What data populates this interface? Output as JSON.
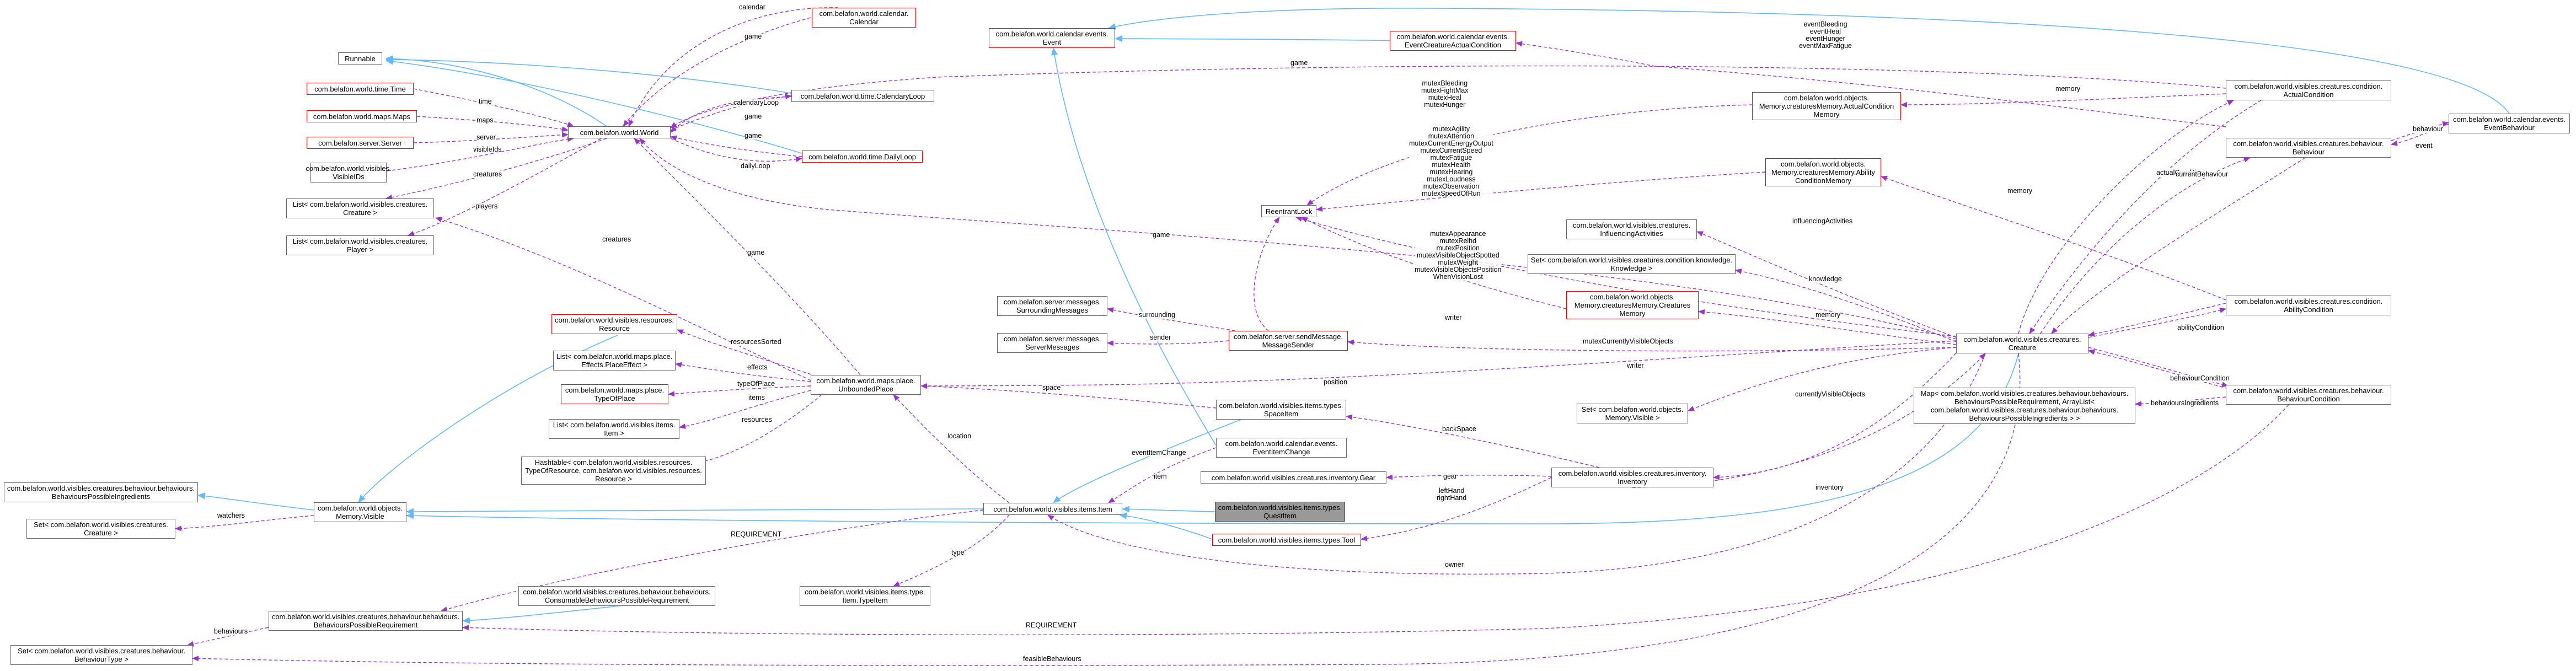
{
  "colors": {
    "dependency": "#9a32cd",
    "inheritance": "#63b8ff",
    "node_border": "#666666",
    "missing_border": "#ff0000",
    "highlight_fill": "#999999"
  },
  "nodes": {
    "runnable": [
      "Runnable"
    ],
    "time_time": [
      "com.belafon.world.time.Time"
    ],
    "maps_maps": [
      "com.belafon.world.maps.Maps"
    ],
    "server_server": [
      "com.belafon.server.Server"
    ],
    "visible_ids": [
      "com.belafon.world.visibles.",
      "VisibleIDs"
    ],
    "list_creature": [
      "List< com.belafon.world.visibles.creatures.",
      "Creature >"
    ],
    "list_player": [
      "List< com.belafon.world.visibles.creatures.",
      "Player >"
    ],
    "world": [
      "com.belafon.world.World"
    ],
    "calendar": [
      "com.belafon.world.calendar.",
      "Calendar"
    ],
    "calendar_loop": [
      "com.belafon.world.time.CalendaryLoop"
    ],
    "daily_loop": [
      "com.belafon.world.time.DailyLoop"
    ],
    "event": [
      "com.belafon.world.calendar.events.",
      "Event"
    ],
    "event_creature_actual": [
      "com.belafon.world.calendar.events.",
      "EventCreatureActualCondition"
    ],
    "resource": [
      "com.belafon.world.visibles.resources.",
      "Resource"
    ],
    "list_effects": [
      "List< com.belafon.world.maps.place.",
      "Effects.PlaceEffect >"
    ],
    "type_of_place": [
      "com.belafon.world.maps.place.",
      "TypeOfPlace"
    ],
    "list_item": [
      "List< com.belafon.world.visibles.items.",
      "Item >"
    ],
    "hashtable_resource": [
      "Hashtable< com.belafon.world.visibles.resources.",
      "TypeOfResource, com.belafon.world.visibles.resources.",
      "Resource >"
    ],
    "unbounded_place": [
      "com.belafon.world.maps.place.",
      "UnboundedPlace"
    ],
    "surrounding_messages": [
      "com.belafon.server.messages.",
      "SurroundingMessages"
    ],
    "server_messages": [
      "com.belafon.server.messages.",
      "ServerMessages"
    ],
    "message_sender": [
      "com.belafon.server.sendMessage.",
      "MessageSender"
    ],
    "reentrant_lock": [
      "ReentrantLock"
    ],
    "memory_actual": [
      "com.belafon.world.objects.",
      "Memory.creaturesMemory.ActualCondition",
      "Memory"
    ],
    "memory_ability": [
      "com.belafon.world.objects.",
      "Memory.creaturesMemory.Ability",
      "ConditionMemory"
    ],
    "influencing_activities": [
      "com.belafon.world.visibles.creatures.",
      "InfluencingActivities"
    ],
    "set_knowledge": [
      "Set< com.belafon.world.visibles.creatures.condition.knowledge.",
      "Knowledge >"
    ],
    "memory_creatures": [
      "com.belafon.world.objects.",
      "Memory.creaturesMemory.Creatures",
      "Memory"
    ],
    "space_item": [
      "com.belafon.world.visibles.items.types.",
      "SpaceItem"
    ],
    "event_item_change": [
      "com.belafon.world.calendar.events.",
      "EventItemChange"
    ],
    "inventory_gear": [
      "com.belafon.world.visibles.creatures.inventory.Gear"
    ],
    "inventory": [
      "com.belafon.world.visibles.creatures.inventory.",
      "Inventory"
    ],
    "set_memory_visible": [
      "Set< com.belafon.world.objects.",
      "Memory.Visible >"
    ],
    "item": [
      "com.belafon.world.visibles.items.Item"
    ],
    "quest_item": [
      "com.belafon.world.visibles.items.types.",
      "QuestItem"
    ],
    "tool": [
      "com.belafon.world.visibles.items.types.Tool"
    ],
    "behaviours_possible_ingredients": [
      "com.belafon.world.visibles.creatures.behaviour.behaviours.",
      "BehavioursPossibleIngredients"
    ],
    "memory_visible": [
      "com.belafon.world.objects.",
      "Memory.Visible"
    ],
    "set_creature": [
      "Set< com.belafon.world.visibles.creatures.",
      "Creature >"
    ],
    "consumable_req": [
      "com.belafon.world.visibles.creatures.behaviour.behaviours.",
      "ConsumableBehavioursPossibleRequirement"
    ],
    "behaviours_possible_req": [
      "com.belafon.world.visibles.creatures.behaviour.behaviours.",
      "BehavioursPossibleRequirement"
    ],
    "item_type": [
      "com.belafon.world.visibles.items.type.",
      "Item.TypeItem"
    ],
    "set_behaviour_type": [
      "Set< com.belafon.world.visibles.creatures.behaviour.",
      "BehaviourType >"
    ],
    "creature": [
      "com.belafon.world.visibles.creatures.",
      "Creature"
    ],
    "map_behaviours": [
      "Map< com.belafon.world.visibles.creatures.behaviour.behaviours.",
      "BehavioursPossibleRequirement, ArrayList<",
      "com.belafon.world.visibles.creatures.behaviour.behaviours.",
      "BehavioursPossibleIngredients > >"
    ],
    "actual_condition": [
      "com.belafon.world.visibles.creatures.condition.",
      "ActualCondition"
    ],
    "behaviour": [
      "com.belafon.world.visibles.creatures.behaviour.",
      "Behaviour"
    ],
    "ability_condition": [
      "com.belafon.world.visibles.creatures.condition.",
      "AbilityCondition"
    ],
    "behaviour_condition": [
      "com.belafon.world.visibles.creatures.behaviour.",
      "BehaviourCondition"
    ],
    "event_behaviour": [
      "com.belafon.world.calendar.events.",
      "EventBehaviour"
    ]
  },
  "edge_labels": {
    "calendar": [
      "calendar"
    ],
    "game": [
      "game"
    ],
    "time": [
      "time"
    ],
    "maps": [
      "maps"
    ],
    "server": [
      "server"
    ],
    "visibleIds": [
      "visibleIds"
    ],
    "creatures": [
      "creatures"
    ],
    "players": [
      "players"
    ],
    "calendaryLoop": [
      "calendaryLoop"
    ],
    "dailyLoop": [
      "dailyLoop"
    ],
    "event_conditions": [
      "eventBleeding",
      "eventHeal",
      "eventHunger",
      "eventMaxFatigue"
    ],
    "memory": [
      "memory"
    ],
    "mutexes_top": [
      "mutexBleeding",
      "mutexFightMax",
      "mutexHeal",
      "mutexHunger"
    ],
    "mutexes_mid": [
      "mutexAgility",
      "mutexAttention",
      "mutexCurrentEnergyOutput",
      "mutexCurrentSpeed",
      "mutexFatigue",
      "mutexHealth",
      "mutexHearing",
      "mutexLoudness",
      "mutexObservation",
      "mutexSpeedOfRun"
    ],
    "mutexes_low": [
      "mutexAppearance",
      "mutexRelhd",
      "mutexPosition",
      "mutexVisibleObjectSpotted",
      "mutexWeight",
      "mutexVisibleObjectsPosition",
      "WhenVisionLost"
    ],
    "actualCondition": [
      "actualCondition"
    ],
    "currentBehaviour": [
      "currentBehaviour"
    ],
    "behaviour": [
      "behaviour"
    ],
    "event": [
      "event"
    ],
    "influencingActivities": [
      "influencingActivities"
    ],
    "knowledge": [
      "knowledge"
    ],
    "writer": [
      "writer"
    ],
    "surrounding": [
      "surrounding"
    ],
    "sender": [
      "sender"
    ],
    "resourcesSorted": [
      "resourcesSorted"
    ],
    "effects": [
      "effects"
    ],
    "typeOfPlace": [
      "typeOfPlace"
    ],
    "items": [
      "items"
    ],
    "resources": [
      "resources"
    ],
    "space": [
      "space"
    ],
    "position": [
      "position"
    ],
    "currentlyVisibleObjects": [
      "currentlyVisibleObjects"
    ],
    "mutexCurrentlyVisibleObjects": [
      "mutexCurrentlyVisibleObjects"
    ],
    "abilityCondition": [
      "abilityCondition"
    ],
    "behaviourCondition": [
      "behaviourCondition"
    ],
    "behavioursIngredients": [
      "behavioursIngredients"
    ],
    "location": [
      "location"
    ],
    "backSpace": [
      "backSpace"
    ],
    "eventItemChange": [
      "eventItemChange"
    ],
    "item": [
      "item"
    ],
    "gear": [
      "gear"
    ],
    "inventory": [
      "inventory"
    ],
    "hands": [
      "leftHand",
      "rightHand"
    ],
    "REQUIREMENT": [
      "REQUIREMENT"
    ],
    "type": [
      "type"
    ],
    "owner": [
      "owner"
    ],
    "watchers": [
      "watchers"
    ],
    "behaviours": [
      "behaviours"
    ],
    "feasibleBehaviours": [
      "feasibleBehaviours"
    ]
  }
}
